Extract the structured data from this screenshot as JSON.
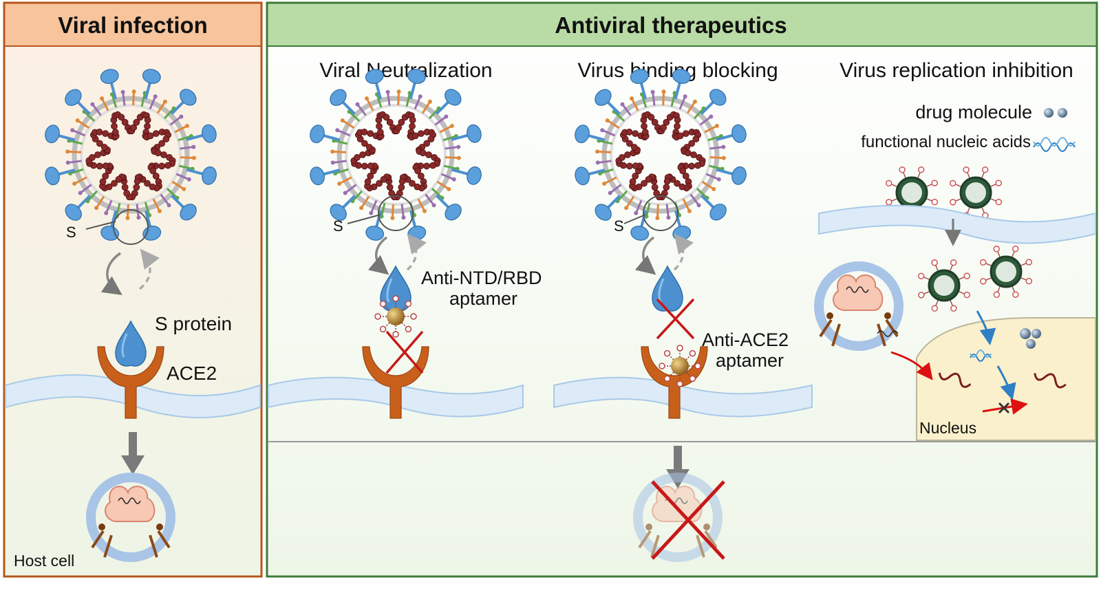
{
  "left_panel": {
    "title": "Viral infection",
    "label_s": "S",
    "label_s_protein": "S protein",
    "label_ace2": "ACE2",
    "label_host_cell": "Host cell"
  },
  "right_panel": {
    "title": "Antiviral therapeutics",
    "neutralization": {
      "title": "Viral Neutralization",
      "label_s": "S",
      "aptamer_label_line1": "Anti-NTD/RBD",
      "aptamer_label_line2": "aptamer"
    },
    "binding_blocking": {
      "title": "Virus binding blocking",
      "label_s": "S",
      "aptamer_label_line1": "Anti-ACE2",
      "aptamer_label_line2": "aptamer"
    },
    "replication_inhibition": {
      "title": "Virus replication inhibition",
      "legend_drug": "drug molecule",
      "legend_nucleic": "functional nucleic acids",
      "label_nucleus": "Nucleus"
    }
  },
  "colors": {
    "left_header": "#f7c49c",
    "left_border": "#b5561a",
    "right_header": "#b9dba6",
    "right_border": "#3f7a3a",
    "membrane": "#bcd6ee",
    "ace2": "#c8601c",
    "spike": "#4d90cf",
    "rna": "#7a1f1f",
    "cross": "#c81818",
    "nucleus": "#faf0cc"
  }
}
